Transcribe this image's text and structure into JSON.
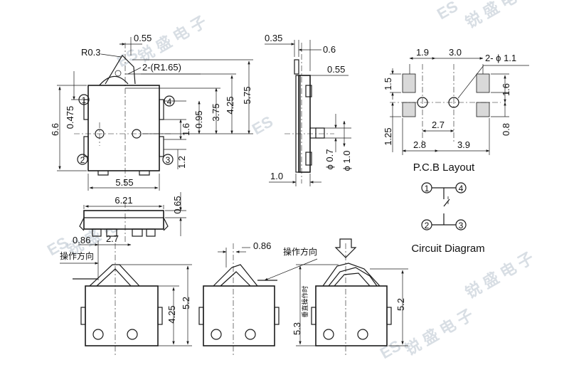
{
  "top_view": {
    "dim_055": "0.55",
    "dim_r03": "R0.3",
    "dim_r165": "2-(R1.65)",
    "dim_66": "6.6",
    "dim_0475": "0.475",
    "dim_095": "0.95",
    "dim_16": "1.6",
    "dim_375": "3.75",
    "dim_425": "4.25",
    "dim_575": "5.75",
    "dim_12": "1.2",
    "dim_555": "5.55",
    "pin1": "1",
    "pin2": "2",
    "pin3": "3",
    "pin4": "4"
  },
  "side_view": {
    "dim_035": "0.35",
    "dim_06": "0.6",
    "dim_055": "0.55",
    "dim_phi07": "ϕ 0.7",
    "dim_phi10": "ϕ 1.0",
    "dim_10": "1.0"
  },
  "front_view": {
    "dim_621": "6.21",
    "dim_065": "0.65"
  },
  "pcb_layout": {
    "title": "P.C.B Layout",
    "dim_19": "1.9",
    "dim_30": "3.0",
    "dim_2phi11": "2- ϕ 1.1",
    "dim_15": "1.5",
    "dim_16": "1.6",
    "dim_27": "2.7",
    "dim_125": "1.25",
    "dim_08": "0.8",
    "dim_28": "2.8",
    "dim_39": "3.9"
  },
  "circuit": {
    "title": "Circuit Diagram",
    "pin1": "1",
    "pin2": "2",
    "pin3": "3",
    "pin4": "4"
  },
  "operation_views": {
    "dim_086_a": "0.86",
    "dim_27": "2.7",
    "label_dir_a": "操作方向",
    "dim_425": "4.25",
    "dim_52_a": "5.2",
    "dim_086_b": "0.86",
    "label_dir_b": "操作方向",
    "dim_53": "5.3",
    "label_vertical": "垂直操作时",
    "dim_52_b": "5.2"
  },
  "watermark": {
    "text_es": "ES",
    "text_cn": "锐 盛 电 子"
  }
}
